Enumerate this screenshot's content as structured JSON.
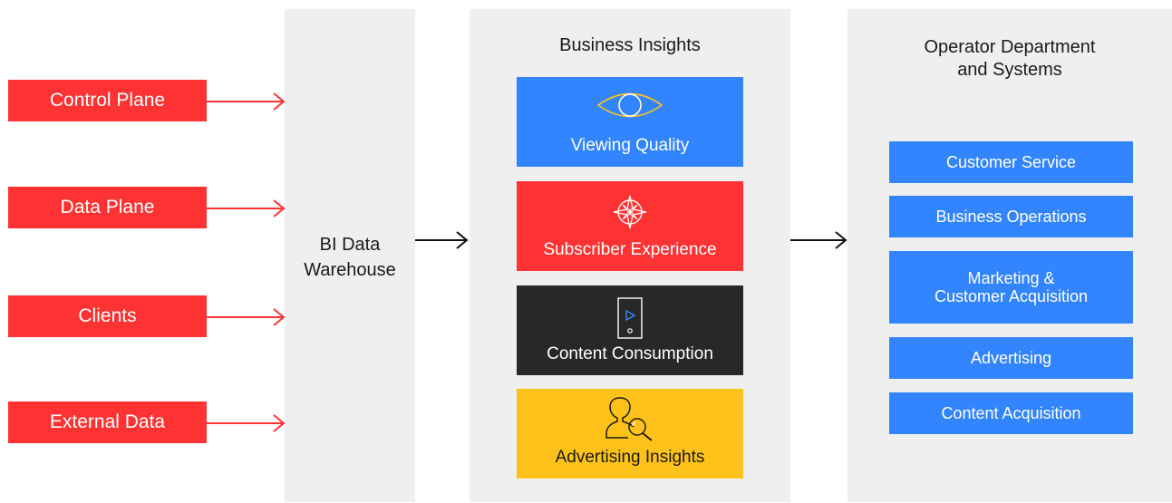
{
  "sources": [
    "Control Plane",
    "Data Plane",
    "Clients",
    "External Data"
  ],
  "warehouse": {
    "label_line1": "BI Data",
    "label_line2": "Warehouse"
  },
  "insights_panel": {
    "title": "Business Insights",
    "items": [
      {
        "label": "Viewing Quality",
        "color": "#3385ff",
        "icon": "eye-icon"
      },
      {
        "label": "Subscriber Experience",
        "color": "#ff3333",
        "icon": "compass-icon"
      },
      {
        "label": "Content Consumption",
        "color": "#282828",
        "icon": "tablet-play-icon"
      },
      {
        "label": "Advertising Insights",
        "color": "#ffc21a",
        "icon": "user-search-icon"
      }
    ]
  },
  "operator_panel": {
    "title_line1": "Operator Department",
    "title_line2": "and Systems",
    "items": [
      {
        "line1": "Customer Service",
        "line2": ""
      },
      {
        "line1": "Business Operations",
        "line2": ""
      },
      {
        "line1": "Marketing &",
        "line2": "Customer Acquisition"
      },
      {
        "line1": "Advertising",
        "line2": ""
      },
      {
        "line1": "Content Acquisition",
        "line2": ""
      }
    ]
  },
  "colors": {
    "source_red": "#ff3333",
    "dept_blue": "#3385ff",
    "panel_gray": "#efefef"
  }
}
